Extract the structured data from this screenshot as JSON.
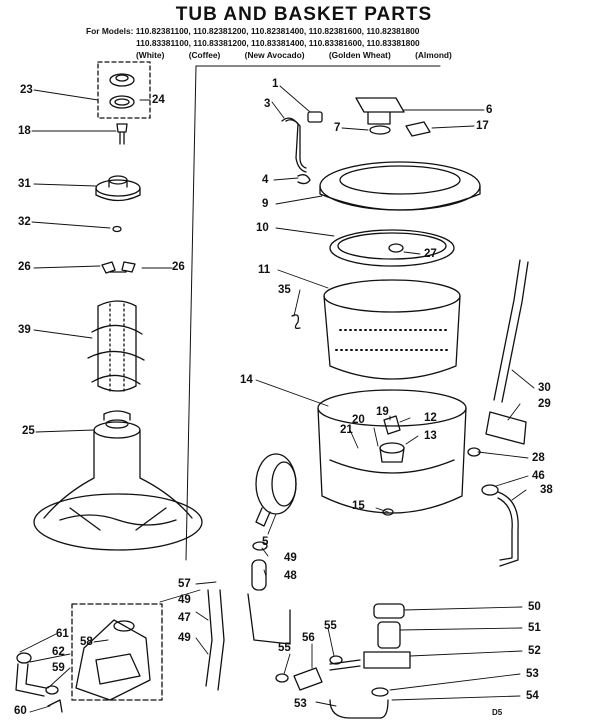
{
  "header": {
    "title": "TUB AND BASKET PARTS",
    "models_line1": "For Models: 110.82381100, 110.82381200, 110.82381400, 110.82381600, 110.82381800",
    "models_line2": "110.83381100, 110.83381200, 110.83381400, 110.83381600, 110.83381800",
    "colors": [
      "(White)",
      "(Coffee)",
      "(New Avocado)",
      "(Golden Wheat)",
      "(Almond)"
    ]
  },
  "callouts": [
    "1",
    "3",
    "6",
    "7",
    "17",
    "4",
    "9",
    "10",
    "27",
    "11",
    "35",
    "30",
    "29",
    "14",
    "20",
    "19",
    "12",
    "21",
    "13",
    "28",
    "46",
    "38",
    "15",
    "5",
    "49",
    "48",
    "50",
    "51",
    "52",
    "53",
    "54",
    "55",
    "56",
    "55",
    "53",
    "57",
    "49",
    "47",
    "49",
    "58",
    "61",
    "62",
    "59",
    "60",
    "23",
    "24",
    "18",
    "31",
    "32",
    "26",
    "26",
    "39",
    "25"
  ],
  "footer": "D5",
  "colors_used": {
    "ink": "#111111",
    "paper": "#ffffff"
  }
}
